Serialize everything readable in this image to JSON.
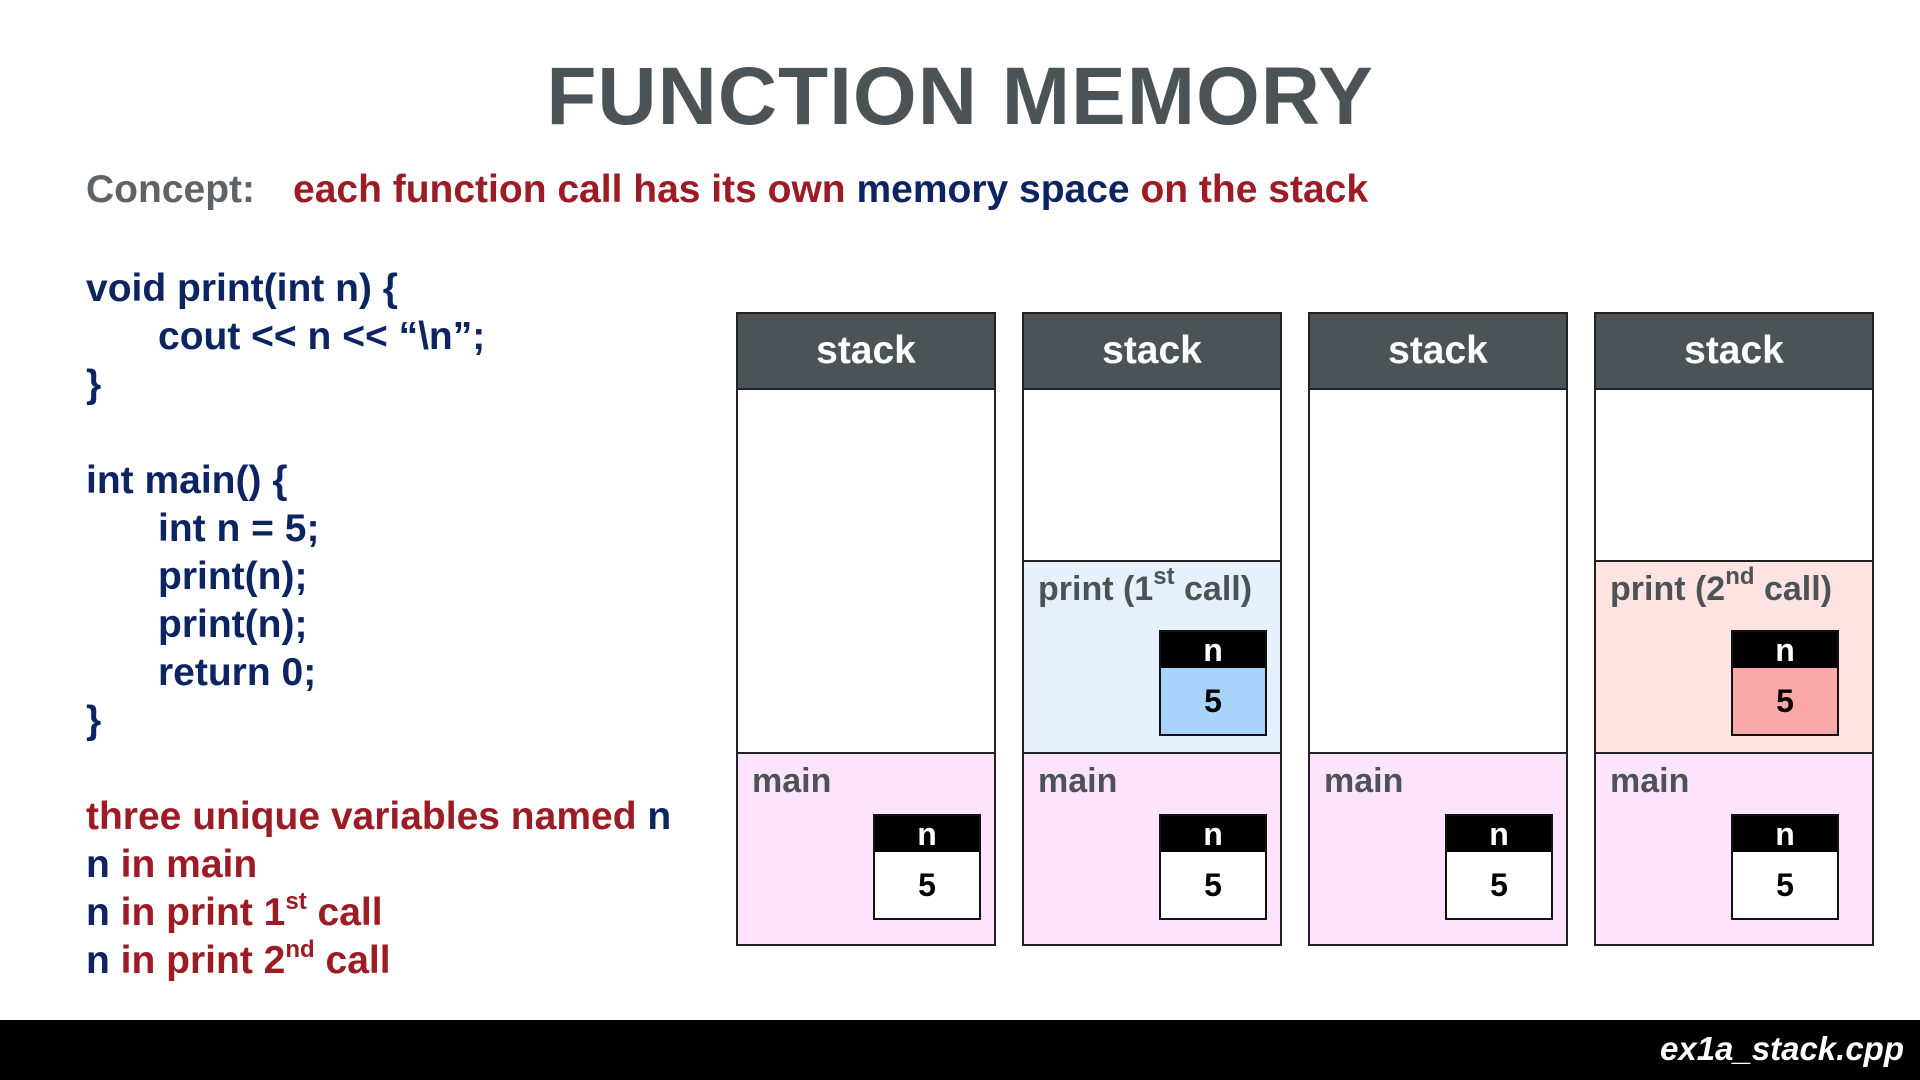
{
  "title": "FUNCTION MEMORY",
  "concept": {
    "label": "Concept:",
    "part1": "each function call has its own",
    "part2": "memory space",
    "part3": "on the stack"
  },
  "code": {
    "l1": "void print(int n) {",
    "l2": "cout << n << “\\n”;",
    "l3": "}",
    "l4": "int main() {",
    "l5": "int n = 5;",
    "l6": "print(n);",
    "l7": "print(n);",
    "l8": "return 0;",
    "l9": "}"
  },
  "notes": {
    "line1_text": "three unique variables named",
    "line1_var": "n",
    "line2_var": "n",
    "line2_text": "in main",
    "line3_var": "n",
    "line3_text": "in print 1",
    "line3_sup": "st",
    "line3_end": "call",
    "line4_var": "n",
    "line4_text": "in print 2",
    "line4_sup": "nd",
    "line4_end": "call"
  },
  "stacks": [
    {
      "header": "stack",
      "main_label": "main",
      "main_var": {
        "name": "n",
        "value": "5"
      }
    },
    {
      "header": "stack",
      "call": {
        "prefix": "print (1",
        "sup": "st",
        "suffix": " call)",
        "var": {
          "name": "n",
          "value": "5"
        }
      },
      "main_label": "main",
      "main_var": {
        "name": "n",
        "value": "5"
      }
    },
    {
      "header": "stack",
      "main_label": "main",
      "main_var": {
        "name": "n",
        "value": "5"
      }
    },
    {
      "header": "stack",
      "call": {
        "prefix": "print (2",
        "sup": "nd",
        "suffix": " call)",
        "var": {
          "name": "n",
          "value": "5"
        }
      },
      "main_label": "main",
      "main_var": {
        "name": "n",
        "value": "5"
      }
    }
  ],
  "colors": {
    "print_call_1_frame": "#e6f1fd",
    "print_call_1_value": "#a9d3fb",
    "print_call_2_frame": "#fde4e2",
    "print_call_2_value": "#f8a9a7",
    "main_frame": "#fde4fc",
    "header": "#4b5356"
  },
  "footer": {
    "filename": "ex1a_stack.cpp"
  }
}
